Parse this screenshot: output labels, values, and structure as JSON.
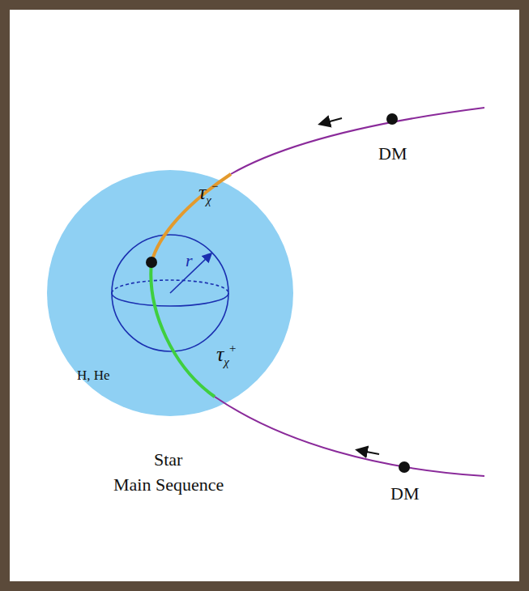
{
  "diagram": {
    "labels": [
      "DM",
      "DM",
      "τχ−",
      "τχ+",
      "r",
      "H, He",
      "Star",
      "Main Sequence"
    ]
  }
}
